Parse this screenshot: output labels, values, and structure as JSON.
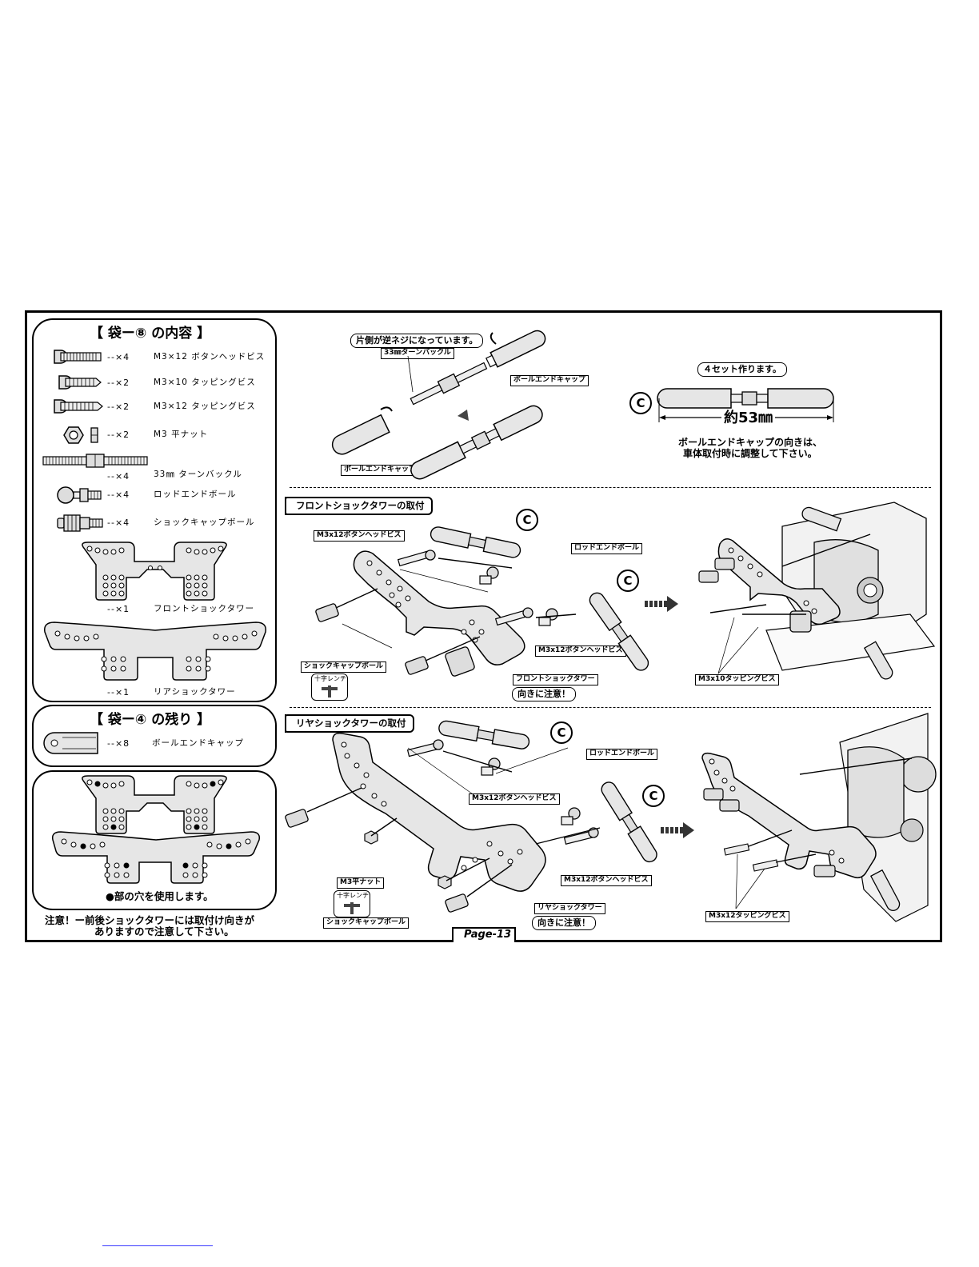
{
  "bag8": {
    "title": "【 袋ー⑧ の内容 】",
    "parts": [
      {
        "count": "--×4",
        "name": "M3×12 ボタンヘッドビス",
        "icon": "button-head-screw-icon"
      },
      {
        "count": "--×2",
        "name": "M3×10 タッピングビス",
        "icon": "tapping-screw-short-icon"
      },
      {
        "count": "--×2",
        "name": "M3×12 タッピングビス",
        "icon": "tapping-screw-long-icon"
      },
      {
        "count": "--×2",
        "name": "M3 平ナット",
        "icon": "flat-nut-icon"
      },
      {
        "count": "--×4",
        "name": "33㎜ ターンバックル",
        "icon": "turnbuckle-icon"
      },
      {
        "count": "--×4",
        "name": "ロッドエンドボール",
        "icon": "rod-end-ball-icon"
      },
      {
        "count": "--×4",
        "name": "ショックキャップボール",
        "icon": "shock-cap-ball-icon"
      },
      {
        "count": "--×1",
        "name": "フロントショックタワー",
        "icon": "front-shock-tower-icon"
      },
      {
        "count": "--×1",
        "name": "リアショックタワー",
        "icon": "rear-shock-tower-icon"
      }
    ]
  },
  "bag4": {
    "title": "【 袋ー④ の残り 】",
    "parts": [
      {
        "count": "--×8",
        "name": "ボールエンドキャップ",
        "icon": "ball-end-cap-icon"
      }
    ]
  },
  "holes_note": "●部の穴を使用します。",
  "warning": {
    "line1": "注意！ー前後ショックタワーには取付け向きが",
    "line2": "ありますので注意して下さい。"
  },
  "turnbuckle_step": {
    "note": "片側が逆ネジになっています。",
    "turnbuckle_label": "33㎜ターンバックル",
    "cap_label_right": "ボールエンドキャップ",
    "cap_label_left": "ボールエンドキャップ",
    "sets_note": "４セット作ります。",
    "length": "約53㎜",
    "adjust_line1": "ボールエンドキャップの向きは、",
    "adjust_line2": "車体取付時に調整して下さい。",
    "marker": "C"
  },
  "front_section": {
    "title": "フロントショックタワーの取付",
    "button_screw_a": "M3x12ボタンヘッドビス",
    "rod_end_ball": "ロッドエンドボール",
    "button_screw_b": "M3x12ボタンヘッドビス",
    "shock_cap_ball": "ショックキャップボール",
    "cross_wrench": "十字レンチ",
    "tower": "フロントショックタワー",
    "direction_note": "向きに注意！",
    "tapping_screw": "M3x10タッピングビス",
    "marker": "C"
  },
  "rear_section": {
    "title": "リヤショックタワーの取付",
    "rod_end_ball": "ロッドエンドボール",
    "button_screw_a": "M3x12ボタンヘッドビス",
    "button_screw_b": "M3x12ボタンヘッドビス",
    "flat_nut": "M3平ナット",
    "cross_wrench": "十字レンチ",
    "shock_cap_ball": "ショックキャップボール",
    "tower": "リヤショックタワー",
    "direction_note": "向きに注意！",
    "tapping_screw": "M3x12タッピングビス",
    "marker": "C"
  },
  "page_label": "Page-13",
  "colors": {
    "line": "#000000",
    "part_fill": "#e6e6e6",
    "link": "#3a3aff"
  }
}
